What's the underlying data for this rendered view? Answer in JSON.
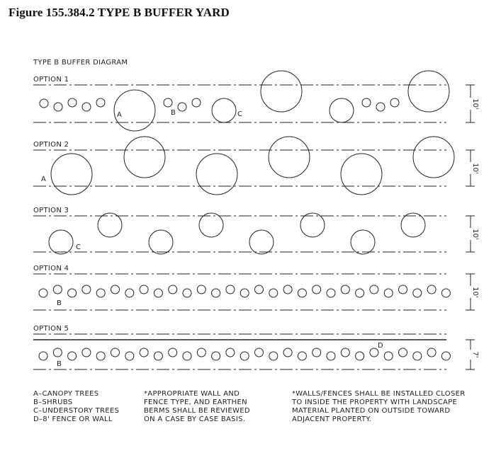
{
  "figure_title": "Figure 155.384.2  TYPE B BUFFER YARD",
  "diagram_title": "TYPE B BUFFER DIAGRAM",
  "options": [
    {
      "label": "OPTION 1",
      "dimension": "10'",
      "markers": [
        "A",
        "B",
        "C"
      ]
    },
    {
      "label": "OPTION 2",
      "dimension": "10'",
      "markers": [
        "A"
      ]
    },
    {
      "label": "OPTION 3",
      "dimension": "10'",
      "markers": [
        "C"
      ]
    },
    {
      "label": "OPTION 4",
      "dimension": "10'",
      "markers": [
        "B"
      ]
    },
    {
      "label": "OPTION 5",
      "dimension": "7'",
      "markers": [
        "D",
        "B"
      ]
    }
  ],
  "legend": {
    "items": [
      "A–CANOPY TREES",
      "B–SHRUBS",
      "C–UNDERSTORY TREES",
      "D–8' FENCE OR WALL"
    ]
  },
  "notes": {
    "note_1": [
      "*APPROPRIATE WALL AND",
      "FENCE TYPE, AND EARTHEN",
      "BERMS SHALL BE REVIEWED",
      "ON A CASE BY CASE BASIS."
    ],
    "note_2": [
      "*WALLS/FENCES SHALL BE INSTALLED CLOSER",
      "TO INSIDE THE PROPERTY WITH LANDSCAPE",
      "MATERIAL PLANTED ON OUTSIDE TOWARD",
      "ADJACENT PROPERTY."
    ]
  },
  "colors": {
    "ink": "#222222",
    "background": "#ffffff"
  }
}
